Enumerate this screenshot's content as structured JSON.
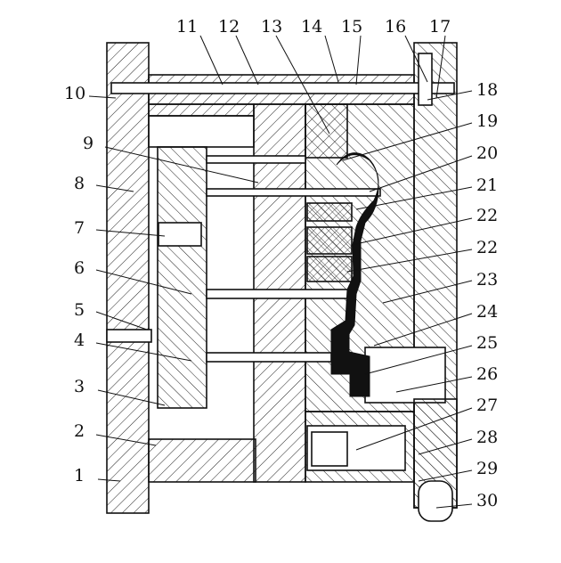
{
  "figure": {
    "type": "mold assembly cross-section",
    "labels": [
      "1",
      "2",
      "3",
      "4",
      "5",
      "6",
      "7",
      "8",
      "9",
      "10",
      "11",
      "12",
      "13",
      "14",
      "15",
      "16",
      "17",
      "18",
      "19",
      "20",
      "21",
      "22",
      "22",
      "23",
      "24",
      "25",
      "26",
      "27",
      "28",
      "29",
      "30"
    ]
  }
}
